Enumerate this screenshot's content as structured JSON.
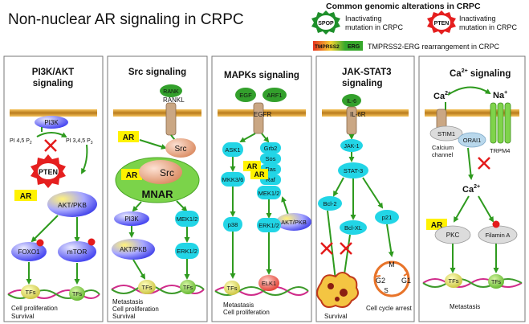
{
  "title": "Non-nuclear AR signaling in CRPC",
  "legend": {
    "heading": "Common genomic alterations in CRPC",
    "spop_label": "SPOP",
    "spop_text_1": "Inactivating",
    "spop_text_2": "mutation in CRPC",
    "pten_label": "PTEN",
    "pten_text_1": "Inactivating",
    "pten_text_2": "mutation in CRPC",
    "tmprss2_label": "TMPRSS2",
    "erg_label": "ERG",
    "fusion_text": "TMPRSS2-ERG rearrangement in CRPC"
  },
  "panels": {
    "pi3k": {
      "title_1": "PI3K/AKT",
      "title_2": "signaling",
      "pi3k": "PI3K",
      "pip2": "PI 4,5 P",
      "pip2_sub": "2",
      "pip3": "PI 3,4,5 P",
      "pip3_sub": "3",
      "pten": "PTEN",
      "ar": "AR",
      "akt": "AKT/PKB",
      "foxo1": "FOXO1",
      "mtor": "mTOR",
      "tf1": "TFs",
      "tf2": "TFs",
      "outcome_1": "Cell proliferation",
      "outcome_2": "Survival"
    },
    "src": {
      "title": "Src signaling",
      "rank": "RANK",
      "rankl": "RANKL",
      "ar1": "AR",
      "src1": "Src",
      "ar2": "AR",
      "src2": "Src",
      "mnar": "MNAR",
      "pi3k": "PI3K",
      "akt": "AKT/PKB",
      "mek": "MEK1/2",
      "erk": "ERK1/2",
      "tf1": "TFs",
      "tf2": "TFs",
      "outcome_1": "Metastasis",
      "outcome_2": "Cell proliferation",
      "outcome_3": "Survival"
    },
    "mapk": {
      "title": "MAPKs signaling",
      "egf": "EGF",
      "arf1": "ARF1",
      "egfr": "EGFR",
      "ask1": "ASK1",
      "grb2": "Grb2",
      "sos": "Sos",
      "ras": "Ras",
      "raf": "Raf",
      "ar1": "AR",
      "ar2": "AR",
      "mkk": "MKK3/6",
      "mek": "MEK1/2",
      "akt": "AKT/PKB",
      "p38": "p38",
      "erk": "ERK1/2",
      "elk1": "ELK1",
      "tf": "TFs",
      "outcome_1": "Metastasis",
      "outcome_2": "Cell proliferation"
    },
    "jak": {
      "title_1": "JAK-STAT3",
      "title_2": "signaling",
      "il6": "IL-6",
      "il6r": "IL-6R",
      "jak1": "JAK-1",
      "stat3": "STAT-3",
      "bcl2": "Bcl-2",
      "bclxl": "Bcl-XL",
      "p21": "p21",
      "m": "M",
      "g2": "G2",
      "g1": "G1",
      "s": "S",
      "outcome_1": "Survival",
      "outcome_2": "Cell cycle  arrest"
    },
    "ca": {
      "title": "Ca",
      "title_sup": "2+",
      "title_rest": " signaling",
      "ca_in": "Ca",
      "ca_in_sup": "2+",
      "na": "Na",
      "na_sup": "+",
      "stim1": "STIM1",
      "orai1": "ORAI1",
      "trpm4": "TRPM4",
      "calcium_1": "Calcium",
      "calcium_2": "channel",
      "ca_mid": "Ca",
      "ca_mid_sup": "2+",
      "ar": "AR",
      "pkc": "PKC",
      "filamin": "Filamin A",
      "tf1": "TFs",
      "tf2": "TFs",
      "outcome_1": "Metastasis"
    }
  }
}
